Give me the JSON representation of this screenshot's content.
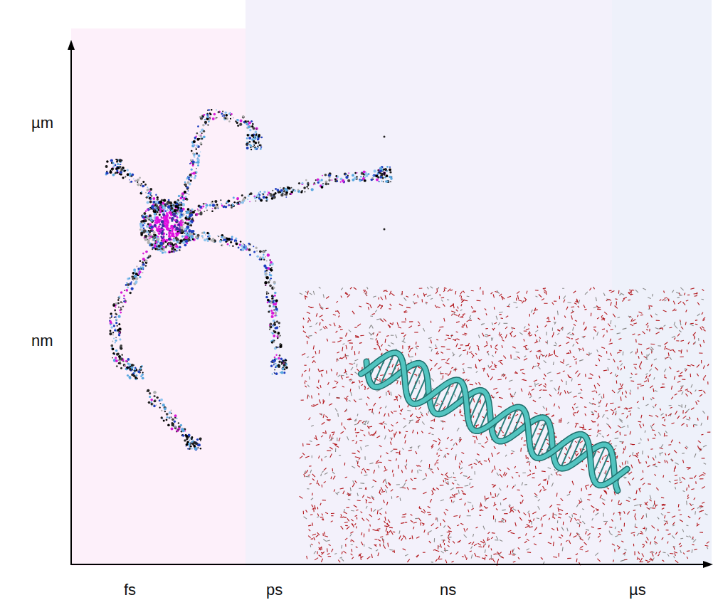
{
  "diagram": {
    "labels": [
      "µm",
      "nm",
      "fs",
      "ps",
      "ns",
      "µs"
    ]
  }
}
